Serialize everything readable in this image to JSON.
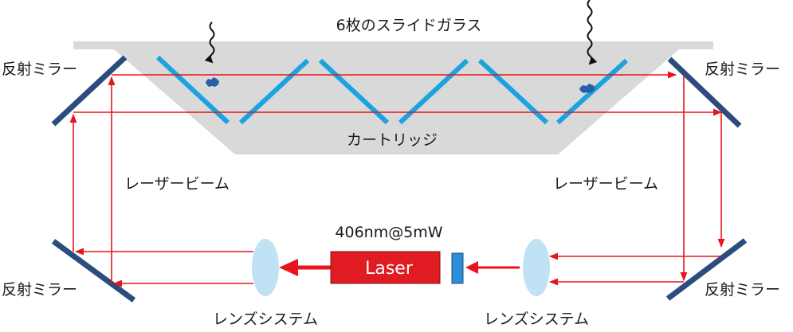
{
  "labels": {
    "slides": "6枚のスライドガラス",
    "cartridge": "カートリッジ",
    "mirror_tl": "反射ミラー",
    "mirror_tr": "反射ミラー",
    "mirror_bl": "反射ミラー",
    "mirror_br": "反射ミラー",
    "beam_left": "レーザービーム",
    "beam_right": "レーザービーム",
    "laser_spec": "406nm@5mW",
    "laser": "Laser",
    "lens_left": "レンズシステム",
    "lens_right": "レンズシステム"
  },
  "colors": {
    "beam": "#e8141c",
    "laser_body": "#e01b22",
    "slide": "#1aa3e0",
    "mirror": "#2b4c7e",
    "cartridge": "#d9d9d9",
    "lens": "#bfe3f5",
    "detector": "#2a8fd6",
    "particle": "#2a5ea8"
  },
  "icons": {
    "incoming_wave": "wavy-down-arrow-icon",
    "particle": "particle-blob-icon",
    "mirror": "mirror-bar-icon",
    "lens": "ellipse-lens-icon"
  }
}
